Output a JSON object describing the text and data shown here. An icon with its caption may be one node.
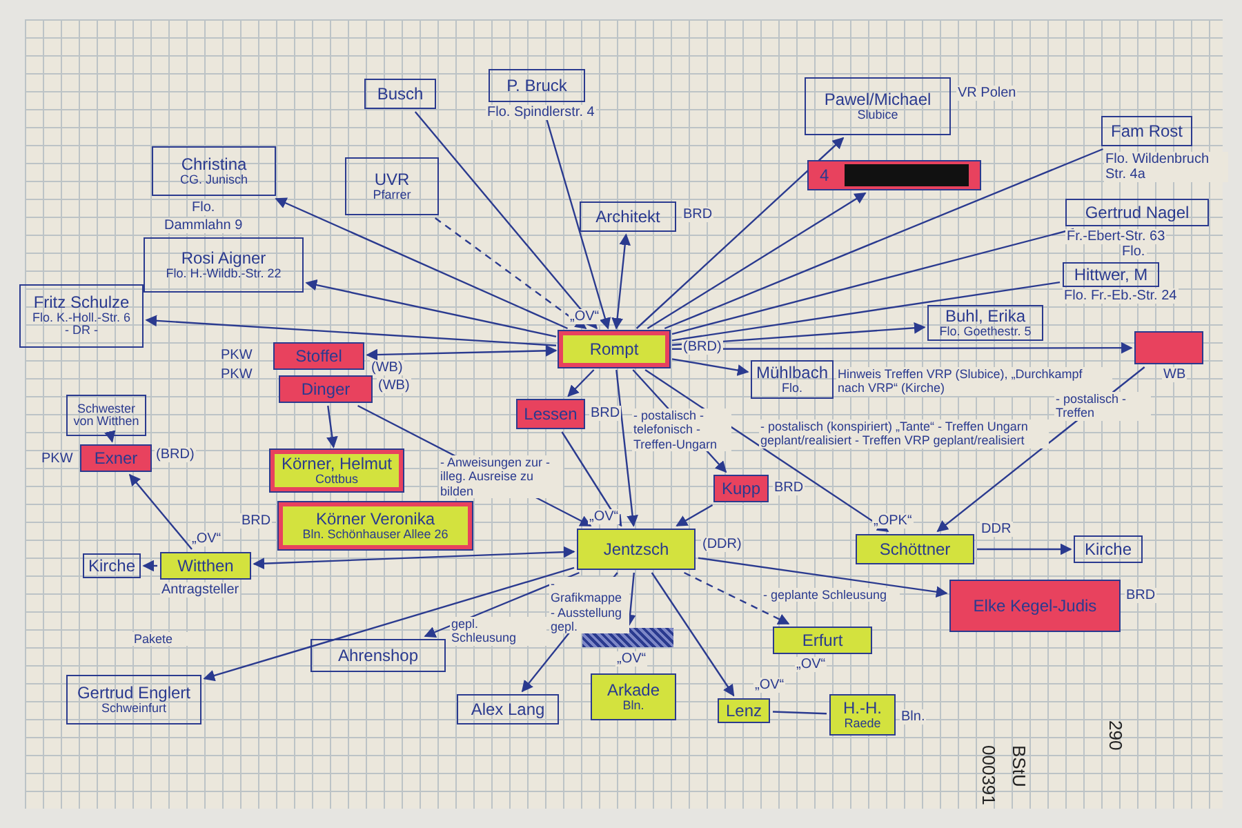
{
  "diagram": {
    "nodes": [
      {
        "text": [
          "Rompt"
        ],
        "beside": [
          "„OV“",
          "(BRD)"
        ]
      },
      {
        "text": [
          "Jentzsch"
        ],
        "beside": [
          "„OV“",
          "(DDR)"
        ]
      },
      {
        "text": [
          "Busch"
        ]
      },
      {
        "text": [
          "P. Bruck"
        ],
        "beside": [
          "Flo. Spindlerstr. 4"
        ]
      },
      {
        "text": [
          "Pawel/Michael",
          "Slubice"
        ],
        "beside": [
          "VR Polen"
        ]
      },
      {
        "text": [
          "Christina",
          "CG. Junisch"
        ],
        "beside": [
          "Flo.",
          "Dammlahn 9"
        ]
      },
      {
        "text": [
          "UVR",
          "Pfarrer"
        ]
      },
      {
        "text": [
          "Architekt"
        ],
        "beside": [
          "BRD"
        ]
      },
      {
        "text": [
          "4"
        ]
      },
      {
        "text": [
          "Fam Rost"
        ],
        "beside": [
          "Flo. Wildenbruch Str. 4a"
        ]
      },
      {
        "text": [
          "Rosi Aigner",
          "Flo. H.-Wildb.-Str. 22"
        ]
      },
      {
        "text": [
          "Gertrud Nagel"
        ],
        "beside": [
          "Fr.-Ebert-Str. 63",
          "Flo."
        ]
      },
      {
        "text": [
          "Hittwer, M"
        ],
        "beside": [
          "Flo. Fr.-Eb.-Str. 24"
        ]
      },
      {
        "text": [
          "Fritz Schulze",
          "Flo. K.-Holl.-Str. 6",
          "- DR -"
        ]
      },
      {
        "text": [
          "Buhl, Erika",
          "Flo. Goethestr. 5"
        ]
      },
      {
        "text": [
          "Stoffel"
        ],
        "beside": [
          "(WB)"
        ]
      },
      {
        "text": [],
        "shape": "box",
        "beside": [
          "WB"
        ]
      },
      {
        "text": [
          "Dinger"
        ],
        "beside": [
          "(WB)"
        ]
      },
      {
        "text": [
          "Mühlbach",
          "Flo."
        ]
      },
      {
        "text": [
          "Schwester von Witthen"
        ]
      },
      {
        "text": [
          "Lessen"
        ],
        "beside": [
          "BRD"
        ]
      },
      {
        "text": [
          "Exner"
        ],
        "beside": [
          "(BRD)"
        ]
      },
      {
        "text": [
          "Körner, Helmut",
          "Cottbus"
        ]
      },
      {
        "text": [
          "Kupp"
        ],
        "beside": [
          "BRD"
        ]
      },
      {
        "text": [
          "Körner Veronika",
          "Bln. Schönhauser Allee 26"
        ],
        "beside": [
          "BRD"
        ]
      },
      {
        "text": [
          "Witthen"
        ],
        "beside": [
          "„OV“",
          "Antragsteller"
        ]
      },
      {
        "text": [
          "Kirche"
        ]
      },
      {
        "text": [
          "Schöttner"
        ],
        "beside": [
          "„OPK“",
          "DDR"
        ]
      },
      {
        "text": [
          "Kirche"
        ]
      },
      {
        "text": [
          "Elke Kegel-Judis"
        ],
        "beside": [
          "BRD"
        ]
      },
      {
        "text": [
          "Ahrenshop"
        ]
      },
      {
        "text": [],
        "shape": "bar"
      },
      {
        "text": [
          "Erfurt"
        ],
        "beside": [
          "„OV“"
        ]
      },
      {
        "text": [
          "Gertrud Englert",
          "Schweinfurt"
        ]
      },
      {
        "text": [
          "Alex Lang"
        ]
      },
      {
        "text": [
          "Arkade",
          "Bln."
        ],
        "beside": [
          "„OV“"
        ]
      },
      {
        "text": [
          "Lenz"
        ],
        "beside": [
          "„OV“"
        ]
      },
      {
        "text": [
          "H.-H.",
          "Raede"
        ],
        "beside": [
          "Bln."
        ]
      }
    ],
    "edges": [
      {
        "from": 2,
        "to": 0,
        "arrow": "to"
      },
      {
        "from": 3,
        "to": 0,
        "arrow": "to"
      },
      {
        "from": 6,
        "to": 0,
        "arrow": "to",
        "style": "dashed"
      },
      {
        "from": 0,
        "to": 5,
        "arrow": "to"
      },
      {
        "from": 0,
        "to": 10,
        "arrow": "to"
      },
      {
        "from": 0,
        "to": 13,
        "arrow": "to"
      },
      {
        "from": 0,
        "to": 15,
        "arrow": "both"
      },
      {
        "from": 0,
        "to": 7,
        "arrow": "both"
      },
      {
        "from": 0,
        "to": 4,
        "arrow": "to"
      },
      {
        "from": 0,
        "to": 8,
        "arrow": "to"
      },
      {
        "from": 0,
        "to": 9,
        "arrow": "none"
      },
      {
        "from": 0,
        "to": 11,
        "arrow": "none"
      },
      {
        "from": 0,
        "to": 12,
        "arrow": "none"
      },
      {
        "from": 0,
        "to": 14,
        "arrow": "to"
      },
      {
        "from": 0,
        "to": 16,
        "arrow": "to",
        "label": "Hinweis Treffen VRP (Slubice), „Durchkampf nach VRP“ (Kirche)"
      },
      {
        "from": 0,
        "to": 18,
        "arrow": "to"
      },
      {
        "from": 0,
        "to": 20,
        "arrow": "to"
      },
      {
        "from": 0,
        "to": 23,
        "arrow": "to"
      },
      {
        "from": 0,
        "to": 1,
        "arrow": "to",
        "label": "- postalisch - telefonisch - Treffen-Ungarn"
      },
      {
        "from": 0,
        "to": 27,
        "arrow": "to",
        "label": "- postalisch (konspiriert) „Tante“ - Treffen Ungarn geplant/realisiert - Treffen VRP geplant/realisiert"
      },
      {
        "from": 16,
        "to": 27,
        "arrow": "to",
        "label": "- postalisch - Treffen"
      },
      {
        "from": 17,
        "to": 22,
        "arrow": "to"
      },
      {
        "from": 17,
        "to": 1,
        "arrow": "to",
        "label": "- Anweisungen zur - illeg. Ausreise zu bilden"
      },
      {
        "from": 19,
        "to": 21,
        "arrow": "to"
      },
      {
        "from": 25,
        "to": 21,
        "arrow": "to"
      },
      {
        "from": 1,
        "to": 25,
        "arrow": "both"
      },
      {
        "from": 25,
        "to": 26,
        "arrow": "to"
      },
      {
        "from": 23,
        "to": 1,
        "arrow": "to"
      },
      {
        "from": 20,
        "to": 1,
        "arrow": "to"
      },
      {
        "from": 27,
        "to": 28,
        "arrow": "to"
      },
      {
        "from": 1,
        "to": 29,
        "arrow": "to"
      },
      {
        "from": 1,
        "to": 30,
        "arrow": "to",
        "label": "gepl. Schleusung"
      },
      {
        "from": 1,
        "to": 33,
        "arrow": "to",
        "label": "Pakete"
      },
      {
        "from": 1,
        "to": 34,
        "arrow": "to"
      },
      {
        "from": 1,
        "to": 31,
        "arrow": "to",
        "label": "- Grafikmappe - Ausstellung gepl."
      },
      {
        "from": 1,
        "to": 32,
        "arrow": "to",
        "style": "dashed",
        "label": "- geplante Schleusung"
      },
      {
        "from": 1,
        "to": 36,
        "arrow": "to"
      },
      {
        "from": 36,
        "to": 37,
        "arrow": "none"
      }
    ],
    "labels": [
      "PKW",
      "PKW",
      "PKW",
      "290",
      "BStU",
      "000391"
    ]
  }
}
